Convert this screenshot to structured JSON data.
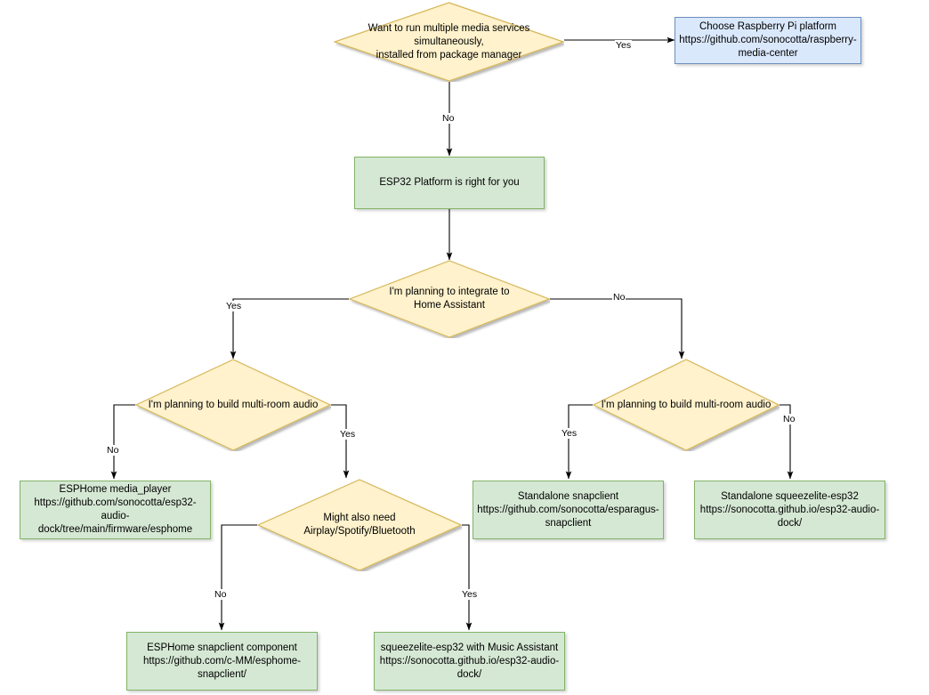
{
  "diagram": {
    "type": "flowchart",
    "title": "",
    "colors": {
      "decision_fill": "#fff2cc",
      "decision_stroke": "#d6b656",
      "process_fill": "#d5e8d4",
      "process_stroke": "#82b366",
      "highlight_fill": "#dae8fc",
      "highlight_stroke": "#6c8ebf",
      "edge_stroke": "#000000",
      "background": "#ffffff"
    },
    "nodes": [
      {
        "id": "q-multiple-services",
        "shape": "decision",
        "text": "Want to run multiple media services\nsimultaneously,\ninstalled from package manager"
      },
      {
        "id": "rpi-platform",
        "shape": "process",
        "style": "highlight",
        "text": "Choose Raspberry Pi platform\nhttps://github.com/sonocotta/raspberry-\nmedia-center"
      },
      {
        "id": "esp32-platform",
        "shape": "process",
        "style": "normal",
        "text": "ESP32 Platform is right for you"
      },
      {
        "id": "q-home-assistant",
        "shape": "decision",
        "text": "I'm planning to integrate to\nHome Assistant"
      },
      {
        "id": "q-multiroom-left",
        "shape": "decision",
        "text": "I'm planning to build multi-room audio"
      },
      {
        "id": "q-multiroom-right",
        "shape": "decision",
        "text": "I'm planning to build multi-room audio"
      },
      {
        "id": "esphome-media-player",
        "shape": "process",
        "style": "normal",
        "text": "ESPHome media_player\nhttps://github.com/sonocotta/esp32-audio-\ndock/tree/main/firmware/esphome"
      },
      {
        "id": "q-airplay-spotify-bluetooth",
        "shape": "decision",
        "text": "Might also need\nAirplay/Spotify/Bluetooth"
      },
      {
        "id": "standalone-snapclient",
        "shape": "process",
        "style": "normal",
        "text": "Standalone snapclient\nhttps://github.com/sonocotta/esparagus-\nsnapclient"
      },
      {
        "id": "standalone-squeezelite",
        "shape": "process",
        "style": "normal",
        "text": "Standalone squeezelite-esp32\nhttps://sonocotta.github.io/esp32-audio-\ndock/"
      },
      {
        "id": "esphome-snapclient",
        "shape": "process",
        "style": "normal",
        "text": "ESPHome snapclient component\nhttps://github.com/c-MM/esphome-\nsnapclient/"
      },
      {
        "id": "squeezelite-music-assistant",
        "shape": "process",
        "style": "normal",
        "text": "squeezelite-esp32 with Music Assistant\nhttps://sonocotta.github.io/esp32-audio-\ndock/"
      }
    ],
    "edges": [
      {
        "id": "e1",
        "from": "q-multiple-services",
        "to": "rpi-platform",
        "label": "Yes"
      },
      {
        "id": "e2",
        "from": "q-multiple-services",
        "to": "esp32-platform",
        "label": "No"
      },
      {
        "id": "e3",
        "from": "esp32-platform",
        "to": "q-home-assistant",
        "label": ""
      },
      {
        "id": "e4",
        "from": "q-home-assistant",
        "to": "q-multiroom-left",
        "label": "Yes"
      },
      {
        "id": "e5",
        "from": "q-home-assistant",
        "to": "q-multiroom-right",
        "label": "No"
      },
      {
        "id": "e6",
        "from": "q-multiroom-left",
        "to": "esphome-media-player",
        "label": "No"
      },
      {
        "id": "e7",
        "from": "q-multiroom-left",
        "to": "q-airplay-spotify-bluetooth",
        "label": "Yes"
      },
      {
        "id": "e8",
        "from": "q-multiroom-right",
        "to": "standalone-snapclient",
        "label": "Yes"
      },
      {
        "id": "e9",
        "from": "q-multiroom-right",
        "to": "standalone-squeezelite",
        "label": "No"
      },
      {
        "id": "e10",
        "from": "q-airplay-spotify-bluetooth",
        "to": "esphome-snapclient",
        "label": "No"
      },
      {
        "id": "e11",
        "from": "q-airplay-spotify-bluetooth",
        "to": "squeezelite-music-assistant",
        "label": "Yes"
      }
    ],
    "edge_labels": {
      "yes": "Yes",
      "no": "No"
    }
  }
}
